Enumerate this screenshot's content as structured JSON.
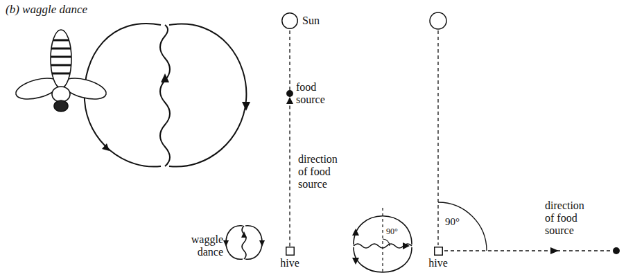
{
  "diagram": {
    "title": "(b) waggle dance",
    "nodes": [
      {
        "text": [
          "Sun"
        ]
      },
      {
        "text": [
          "food source"
        ]
      },
      {
        "text": [
          "hive"
        ]
      },
      {
        "text": [
          "hive"
        ]
      }
    ],
    "edges": [
      {
        "from": 2,
        "to": 1,
        "arrow": "to",
        "label": "direction of food source"
      },
      {
        "from": 1,
        "to": 0,
        "arrow": "none"
      }
    ],
    "labels": [
      "waggle dance",
      "90°",
      "90°",
      "direction of food source"
    ]
  }
}
